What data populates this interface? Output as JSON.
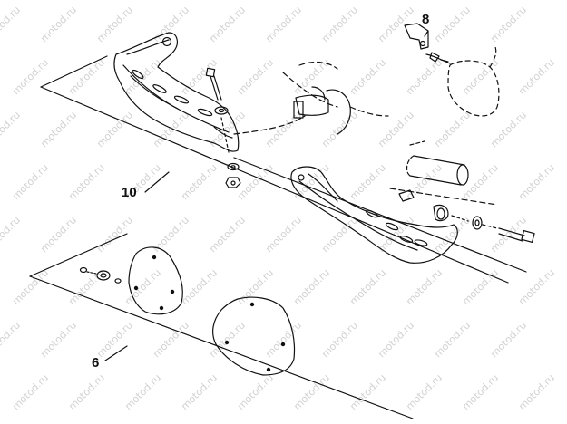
{
  "callouts": {
    "handguard_kit": "10",
    "bracket": "8",
    "deflector_set": "6"
  },
  "watermark": "motod.ru",
  "colors": {
    "line": "#111111",
    "watermark": "#d2d2d2",
    "background": "#ffffff"
  }
}
